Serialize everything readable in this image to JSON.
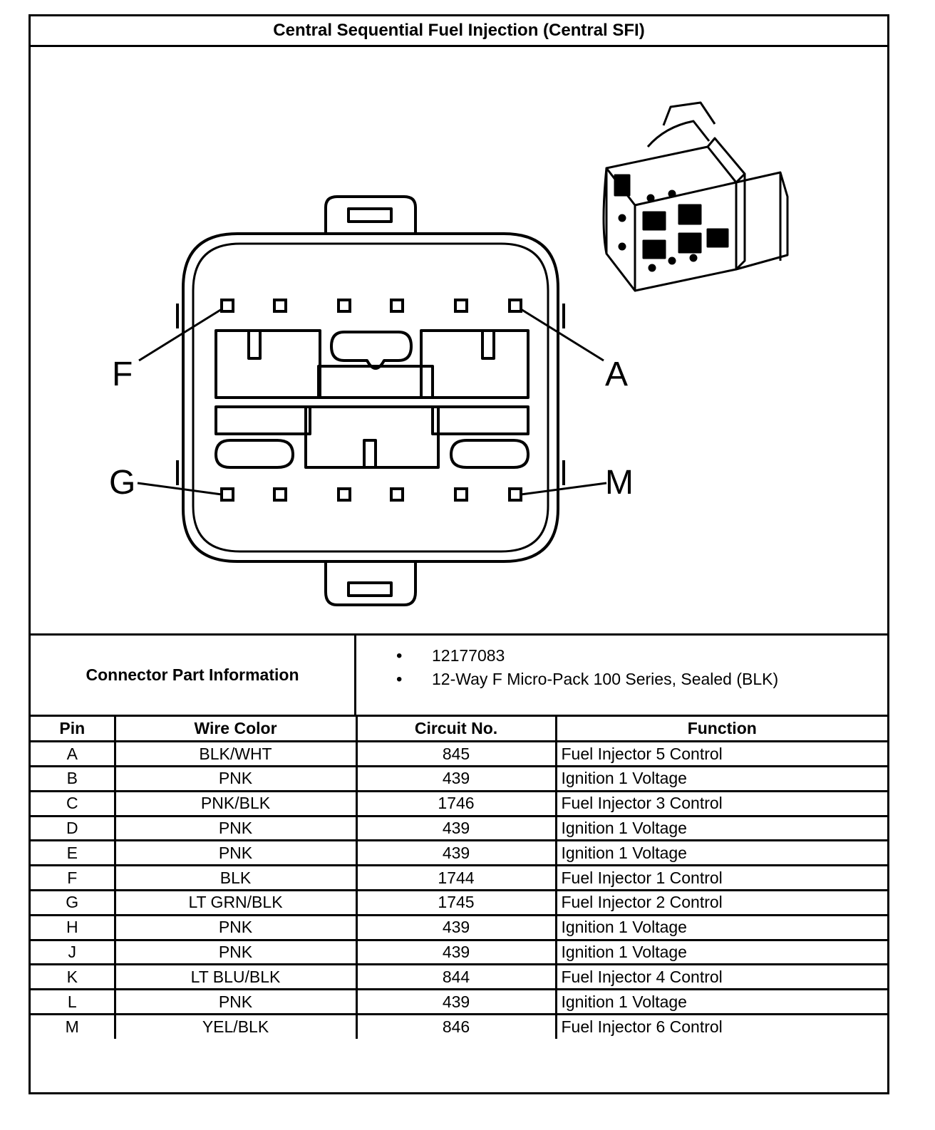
{
  "title": "Central Sequential Fuel Injection (Central SFI)",
  "diagram": {
    "labels": {
      "top_left": "F",
      "top_right": "A",
      "bottom_left": "G",
      "bottom_right": "M"
    }
  },
  "connector_info": {
    "label": "Connector Part Information",
    "items": [
      "12177083",
      "12-Way F Micro-Pack 100 Series, Sealed (BLK)"
    ]
  },
  "table": {
    "headers": [
      "Pin",
      "Wire Color",
      "Circuit No.",
      "Function"
    ],
    "rows": [
      [
        "A",
        "BLK/WHT",
        "845",
        "Fuel Injector 5 Control"
      ],
      [
        "B",
        "PNK",
        "439",
        "Ignition 1 Voltage"
      ],
      [
        "C",
        "PNK/BLK",
        "1746",
        "Fuel Injector 3 Control"
      ],
      [
        "D",
        "PNK",
        "439",
        "Ignition 1 Voltage"
      ],
      [
        "E",
        "PNK",
        "439",
        "Ignition 1 Voltage"
      ],
      [
        "F",
        "BLK",
        "1744",
        "Fuel Injector 1 Control"
      ],
      [
        "G",
        "LT GRN/BLK",
        "1745",
        "Fuel Injector 2 Control"
      ],
      [
        "H",
        "PNK",
        "439",
        "Ignition 1 Voltage"
      ],
      [
        "J",
        "PNK",
        "439",
        "Ignition 1 Voltage"
      ],
      [
        "K",
        "LT BLU/BLK",
        "844",
        "Fuel Injector 4 Control"
      ],
      [
        "L",
        "PNK",
        "439",
        "Ignition 1 Voltage"
      ],
      [
        "M",
        "YEL/BLK",
        "846",
        "Fuel Injector 6 Control"
      ]
    ]
  }
}
